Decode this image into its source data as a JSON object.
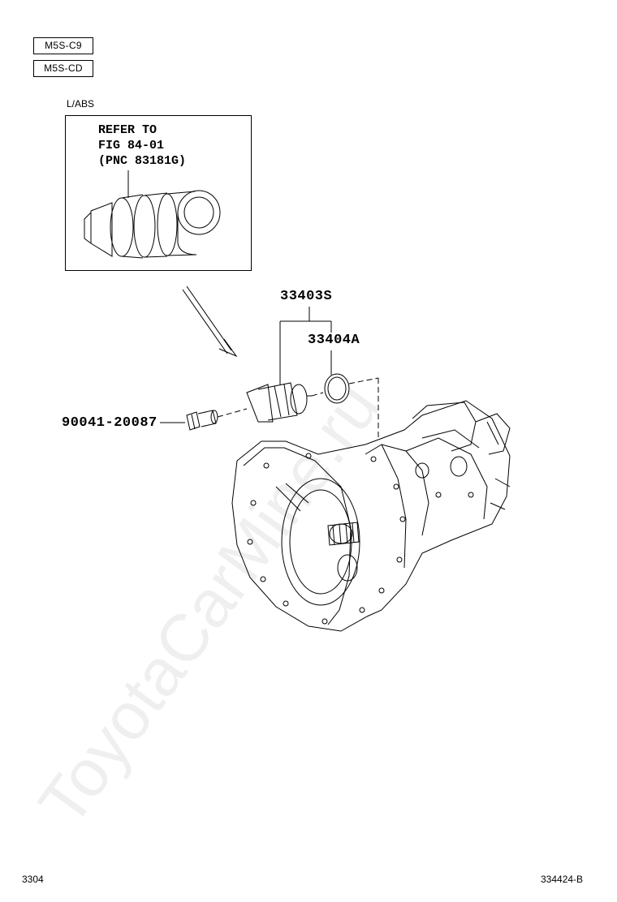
{
  "models": [
    "M5S-C9",
    "M5S-CD"
  ],
  "inset": {
    "label": "L/ABS",
    "refer_lines": [
      "REFER TO",
      "FIG 84-01",
      "(PNC 83181G)"
    ]
  },
  "parts": {
    "assembly": "33403S",
    "gasket": "33404A",
    "bolt": "90041-20087"
  },
  "footer": {
    "page": "3304",
    "diagram_code": "334424-B"
  },
  "watermark": "ToyotaCarMine.ru"
}
